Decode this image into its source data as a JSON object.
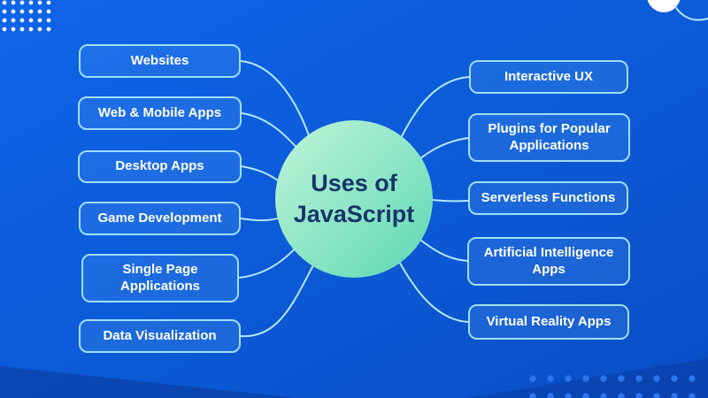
{
  "diagram": {
    "center": {
      "line1": "Uses of",
      "line2": "JavaScript"
    },
    "left_nodes": [
      {
        "label": "Websites"
      },
      {
        "label": "Web & Mobile Apps"
      },
      {
        "label": "Desktop Apps"
      },
      {
        "label": "Game Development"
      },
      {
        "label": "Single Page Applications"
      },
      {
        "label": "Data Visualization"
      }
    ],
    "right_nodes": [
      {
        "label": "Interactive UX"
      },
      {
        "label": "Plugins for Popular Applications"
      },
      {
        "label": "Serverless Functions"
      },
      {
        "label": "Artificial Intelligence Apps"
      },
      {
        "label": "Virtual Reality Apps"
      }
    ]
  },
  "colors": {
    "background_start": "#0e64e8",
    "background_end": "#0a4dc4",
    "node_border": "#9fdef5",
    "node_text": "#ffffff",
    "connector": "#b5e8fa",
    "center_gradient_start": "#b7f1d5",
    "center_gradient_end": "#62dab5",
    "center_text": "#17356b",
    "dot_white": "#ffffff",
    "dot_blue": "#2d74ef"
  }
}
